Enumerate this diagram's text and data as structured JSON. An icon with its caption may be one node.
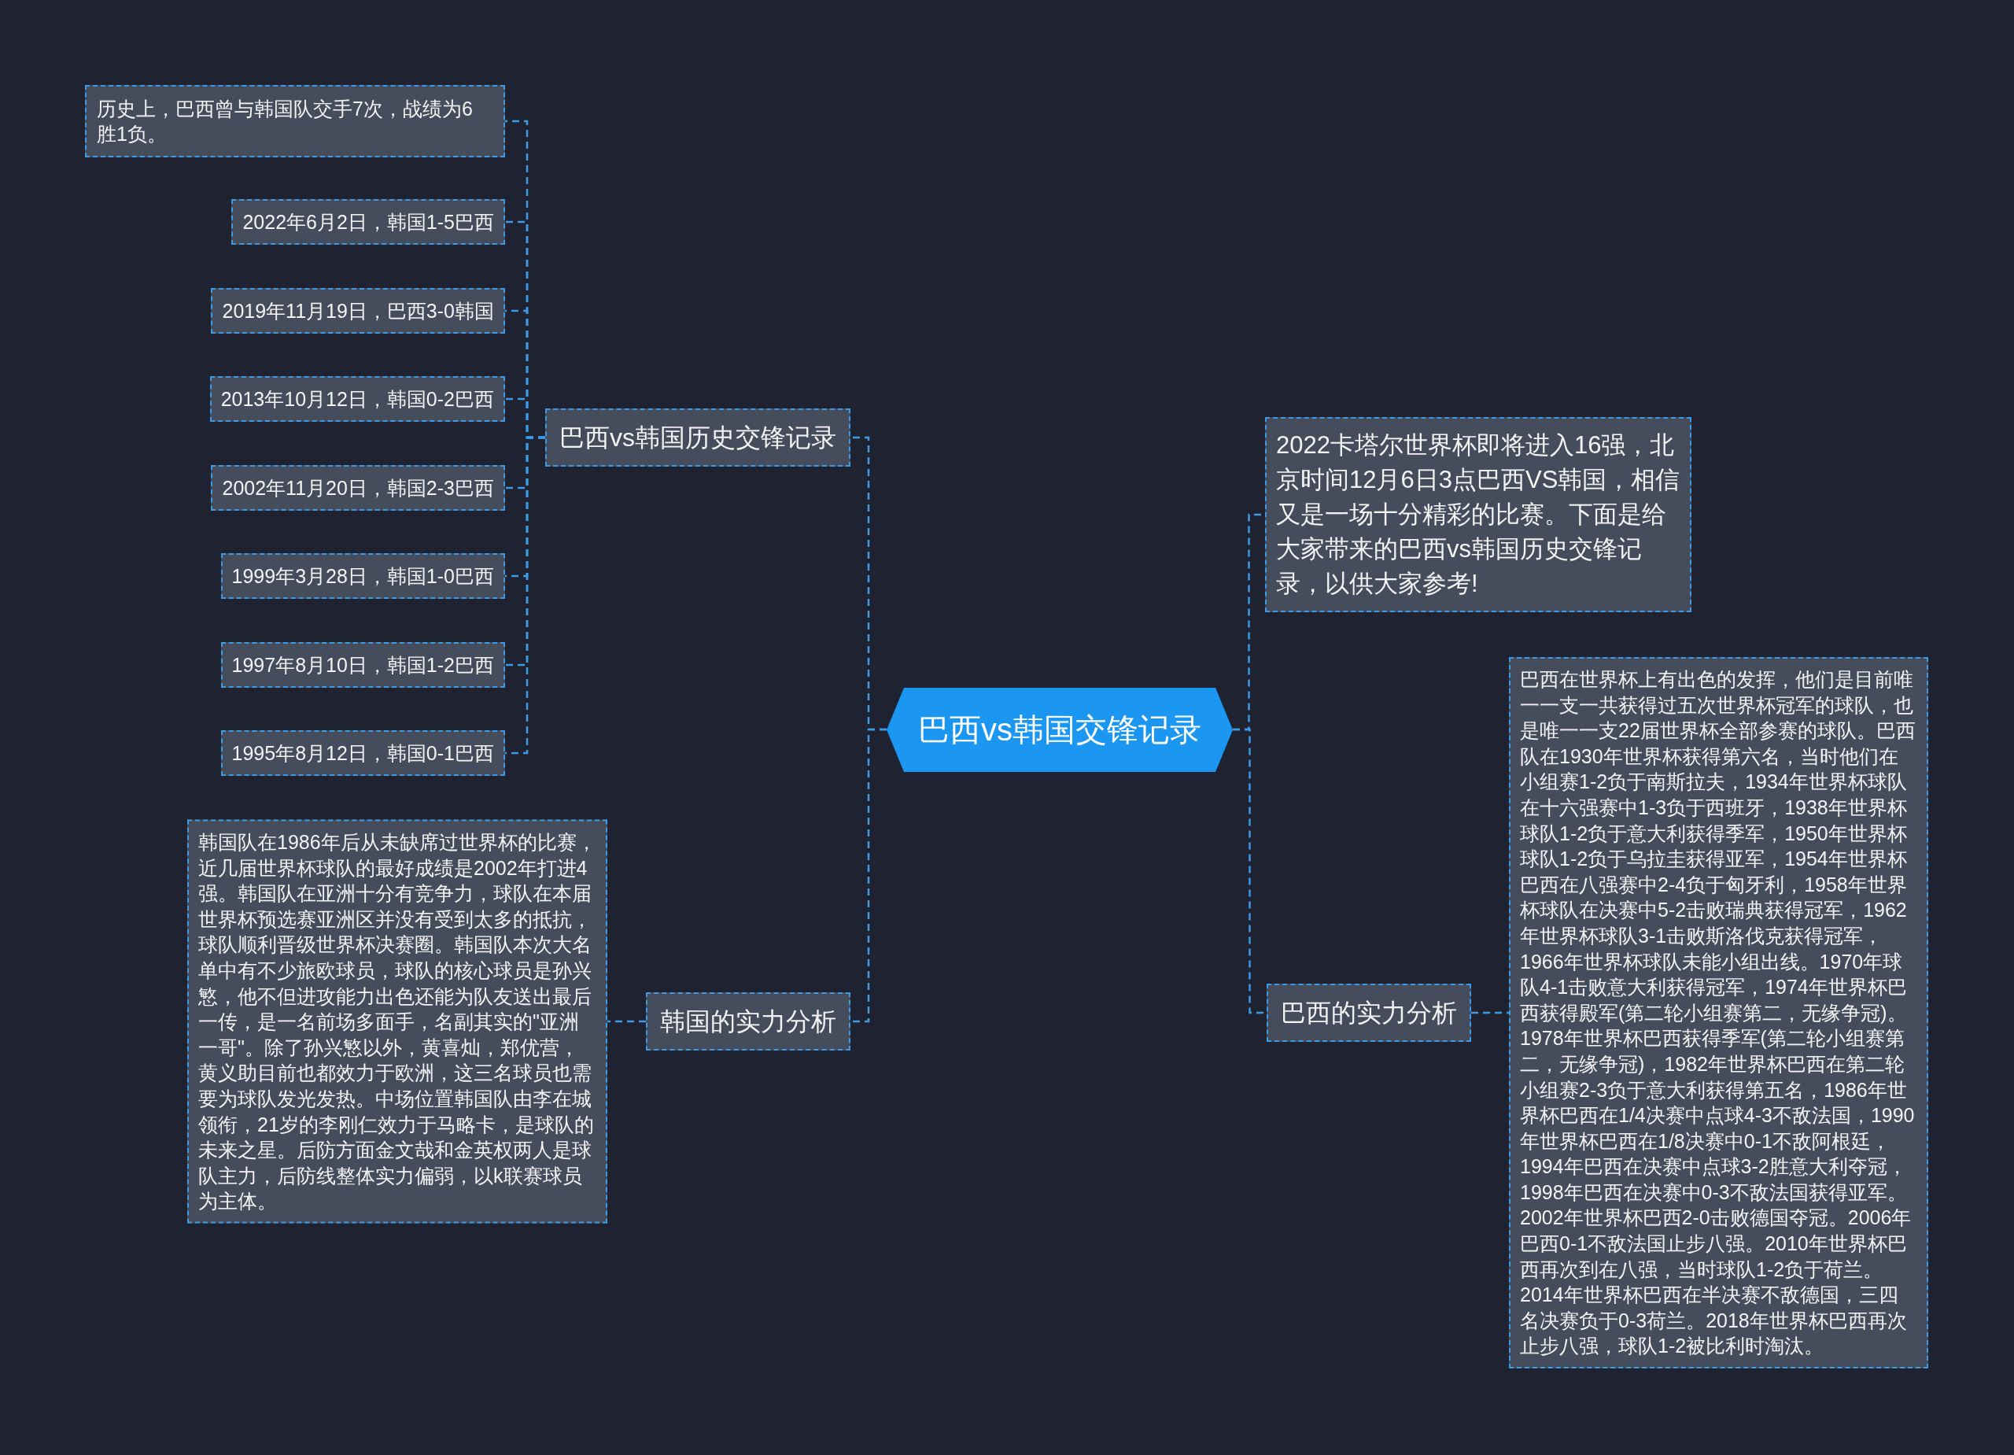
{
  "diagram": {
    "nodes": [
      {
        "text": [
          "巴西vs韩国交锋记录"
        ]
      },
      {
        "text": [
          "巴西vs韩国历史交锋记录"
        ]
      },
      {
        "text": [
          "历史上，巴西曾与韩国队交手7次，战绩为6胜1负。"
        ]
      },
      {
        "text": [
          "2022年6月2日，韩国1-5巴西"
        ]
      },
      {
        "text": [
          "2019年11月19日，巴西3-0韩国"
        ]
      },
      {
        "text": [
          "2013年10月12日，韩国0-2巴西"
        ]
      },
      {
        "text": [
          "2002年11月20日，韩国2-3巴西"
        ]
      },
      {
        "text": [
          "1999年3月28日，韩国1-0巴西"
        ]
      },
      {
        "text": [
          "1997年8月10日，韩国1-2巴西"
        ]
      },
      {
        "text": [
          "1995年8月12日，韩国0-1巴西"
        ]
      },
      {
        "text": [
          "韩国的实力分析"
        ]
      },
      {
        "text": [
          "韩国队在1986年后从未缺席过世界杯的比赛，近几届世界杯球队的最好成绩是2002年打进4强。韩国队在亚洲十分有竞争力，球队在本届世界杯预选赛亚洲区并没有受到太多的抵抗，球队顺利晋级世界杯决赛圈。韩国队本次大名单中有不少旅欧球员，球队的核心球员是孙兴慜，他不但进攻能力出色还能为队友送出最后一传，是一名前场多面手，名副其实的\"亚洲一哥\"。除了孙兴慜以外，黄喜灿，郑优营，黄义助目前也都效力于欧洲，这三名球员也需要为球队发光发热。中场位置韩国队由李在城领衔，21岁的李刚仁效力于马略卡，是球队的未来之星。后防方面金文哉和金英权两人是球队主力，后防线整体实力偏弱，以k联赛球员为主体。"
        ]
      },
      {
        "text": [
          "2022卡塔尔世界杯即将进入16强，北京时间12月6日3点巴西VS韩国，相信又是一场十分精彩的比赛。下面是给大家带来的巴西vs韩国历史交锋记录，以供大家参考!"
        ]
      },
      {
        "text": [
          "巴西的实力分析"
        ]
      },
      {
        "text": [
          "巴西在世界杯上有出色的发挥，他们是目前唯一一支一共获得过五次世界杯冠军的球队，也是唯一一支22届世界杯全部参赛的球队。巴西队在1930年世界杯获得第六名，当时他们在小组赛1-2负于南斯拉夫，1934年世界杯球队在十六强赛中1-3负于西班牙，1938年世界杯球队1-2负于意大利获得季军，1950年世界杯球队1-2负于乌拉圭获得亚军，1954年世界杯巴西在八强赛中2-4负于匈牙利，1958年世界杯球队在决赛中5-2击败瑞典获得冠军，1962年世界杯球队3-1击败斯洛伐克获得冠军，1966年世界杯球队未能小组出线。1970年球队4-1击败意大利获得冠军，1974年世界杯巴西获得殿军(第二轮小组赛第二，无缘争冠)。1978年世界杯巴西获得季军(第二轮小组赛第二，无缘争冠)，1982年世界杯巴西在第二轮小组赛2-3负于意大利获得第五名，1986年世界杯巴西在1/4决赛中点球4-3不敌法国，1990年世界杯巴西在1/8决赛中0-1不敌阿根廷，1994年巴西在决赛中点球3-2胜意大利夺冠，1998年巴西在决赛中0-3不敌法国获得亚军。2002年世界杯巴西2-0击败德国夺冠。2006年巴西0-1不敌法国止步八强。2010年世界杯巴西再次到在八强，当时球队1-2负于荷兰。2014年世界杯巴西在半决赛不敌德国，三四名决赛负于0-3荷兰。2018年世界杯巴西再次止步八强，球队1-2被比利时淘汰。"
        ]
      }
    ],
    "edges": [
      {
        "from": 0,
        "to": 1,
        "arrow": "none",
        "style": "dashed"
      },
      {
        "from": 1,
        "to": 2,
        "arrow": "none",
        "style": "dashed"
      },
      {
        "from": 1,
        "to": 3,
        "arrow": "none",
        "style": "dashed"
      },
      {
        "from": 1,
        "to": 4,
        "arrow": "none",
        "style": "dashed"
      },
      {
        "from": 1,
        "to": 5,
        "arrow": "none",
        "style": "dashed"
      },
      {
        "from": 1,
        "to": 6,
        "arrow": "none",
        "style": "dashed"
      },
      {
        "from": 1,
        "to": 7,
        "arrow": "none",
        "style": "dashed"
      },
      {
        "from": 1,
        "to": 8,
        "arrow": "none",
        "style": "dashed"
      },
      {
        "from": 1,
        "to": 9,
        "arrow": "none",
        "style": "dashed"
      },
      {
        "from": 0,
        "to": 10,
        "arrow": "none",
        "style": "dashed"
      },
      {
        "from": 10,
        "to": 11,
        "arrow": "none",
        "style": "dashed"
      },
      {
        "from": 0,
        "to": 12,
        "arrow": "none",
        "style": "dashed"
      },
      {
        "from": 0,
        "to": 13,
        "arrow": "none",
        "style": "dashed"
      },
      {
        "from": 13,
        "to": 14,
        "arrow": "none",
        "style": "dashed"
      }
    ]
  }
}
